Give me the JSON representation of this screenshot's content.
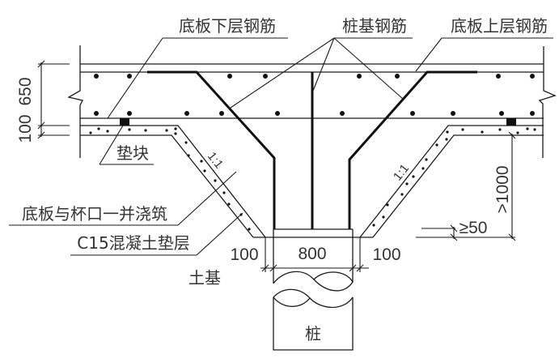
{
  "labels": {
    "bottom_rebar": "底板下层钢筋",
    "pile_rebar": "桩基钢筋",
    "top_rebar": "底板上层钢筋",
    "spacer_block": "垫块",
    "cast_together": "底板与杯口一并浇筑",
    "cushion": "C15混凝土垫层",
    "subgrade": "土基",
    "pile": "桩"
  },
  "dimensions": {
    "slab_thickness": "650",
    "cushion_thickness": "100",
    "cup_gap_left": "100",
    "pile_width": "800",
    "cup_gap_right": "100",
    "embed_depth": "≥50",
    "cup_depth": ">1000"
  },
  "slopes": {
    "left": "1:1",
    "right": "1:1"
  },
  "colors": {
    "line": "#1a1a1a",
    "text": "#333333",
    "background": "#ffffff"
  }
}
